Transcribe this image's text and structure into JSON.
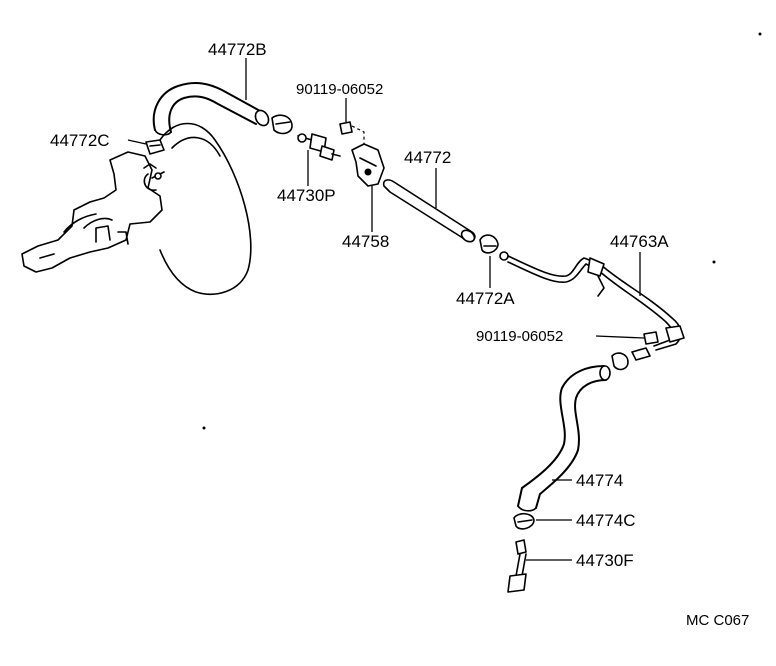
{
  "diagram": {
    "code": "MC C067",
    "labels": {
      "hose_upper": "44772B",
      "bolt_upper": "90119-06052",
      "clamp_left": "44772C",
      "check_valve": "44730P",
      "bracket": "44758",
      "hose_mid": "44772",
      "clamp_mid": "44772A",
      "tube": "44763A",
      "bolt_lower": "90119-06052",
      "hose_lower": "44774",
      "clamp_lower": "44774C",
      "valve_lower": "44730F"
    }
  }
}
